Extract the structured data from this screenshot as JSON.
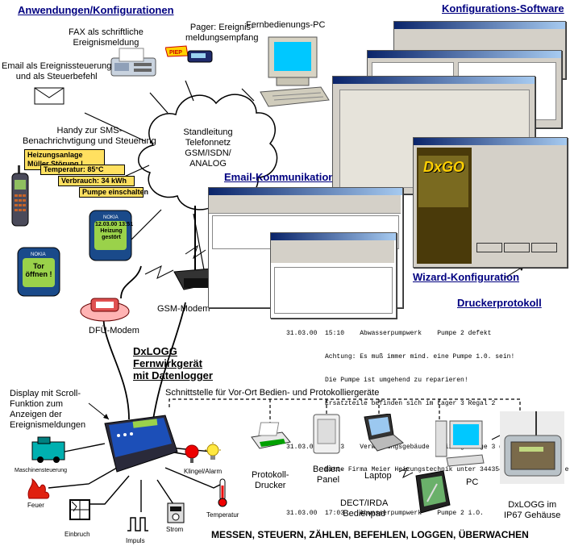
{
  "headings": {
    "applications": "Anwendungen/Konfigurationen",
    "config_software": "Konfigurations-Software",
    "email_comm": "Email-Kommunikation",
    "wizard_config": "Wizard-Konfiguration",
    "printer_log": "Druckerprotokoll",
    "dxlogg_title": "DxLOGG\nFernwirkgerät\nmit Datenlogger",
    "interface": "Schnittstelle für Vor-Ort Bedien- und Protokolliergeräte",
    "footer": "MESSEN, STEUERN, ZÄHLEN, BEFEHLEN, LOGGEN, ÜBERWACHEN"
  },
  "labels": {
    "fax": "FAX als schriftliche\nEreignismeldung",
    "pager": "Pager: Ereignis-\nmeldungsempfang",
    "pager_display": "PIEP",
    "remote_pc": "Fernbedienungs-PC",
    "email": "Email als Ereignissteuerung\nund als Steuerbefehl",
    "handy": "Handy zur SMS-\nBenachrichvtigung und Steuerung",
    "cloud": "Standleitung\nTelefonnetz\nGSM/ISDN/\nANALOG",
    "dfu_modem": "DFÜ-Modem",
    "gsm_modem": "GSM-Modem",
    "display_scroll": "Display mit Scroll-\nFunktion zum\nAnzeigen der\nEreignismeldungen",
    "maschinensteuerung": "Maschinensteuerung",
    "feuer": "Feuer",
    "einbruch": "Einbruch",
    "impuls": "Impuls",
    "strom": "Strom",
    "temperatur": "Temperatur",
    "klingel": "Klingel/Alarm",
    "protokoll_drucker": "Protokoll-\nDrucker",
    "bedien_panel": "Bedien-\nPanel",
    "laptop": "Laptop",
    "dect": "DECT/IRDA\nBedienpad",
    "pc": "PC",
    "ip67": "DxLOGG im\nIP67 Gehäuse",
    "dxgo_logo": "DxGO",
    "nokia": "NOKIA",
    "phone1_text": "12.03.00 13:51\nHeizung\ngestört",
    "phone2_text": "Tor\nöffnen !"
  },
  "sms_bubbles": [
    "Heizungsanlage\nMüller Störung !",
    "Temperatur: 85°C",
    "Verbrauch: 34 kWh",
    "Pumpe einschalten"
  ],
  "printer_lines": [
    "31.03.00  15:10    Abwasserpumpwerk    Pumpe 2 defekt",
    "          Achtung: Es muß immer mind. eine Pumpe 1.0. sein!",
    "          Die Pumpe ist umgehend zu reparieren!",
    "          Ersatzteile befinden sich im Lager 3 Regal 2",
    "",
    "31.03.00  16:23    Verwaltungsgebäude  Heizung Etage 3 defekt",
    "          Bitte Firma Meier Heizungstechnik unter 34435435 benachrichtigen.",
    "",
    "31.03.00  17:03    Abwasserpumpwerk    Pumpe 2 i.O."
  ],
  "colors": {
    "heading_blue": "#000080",
    "bubble_yellow": "#ffe060",
    "cloud_fill": "#ffffff",
    "cable": "#000000",
    "nokia_lcd": "#9ad24a",
    "box_blue": "#1c4fb8"
  }
}
